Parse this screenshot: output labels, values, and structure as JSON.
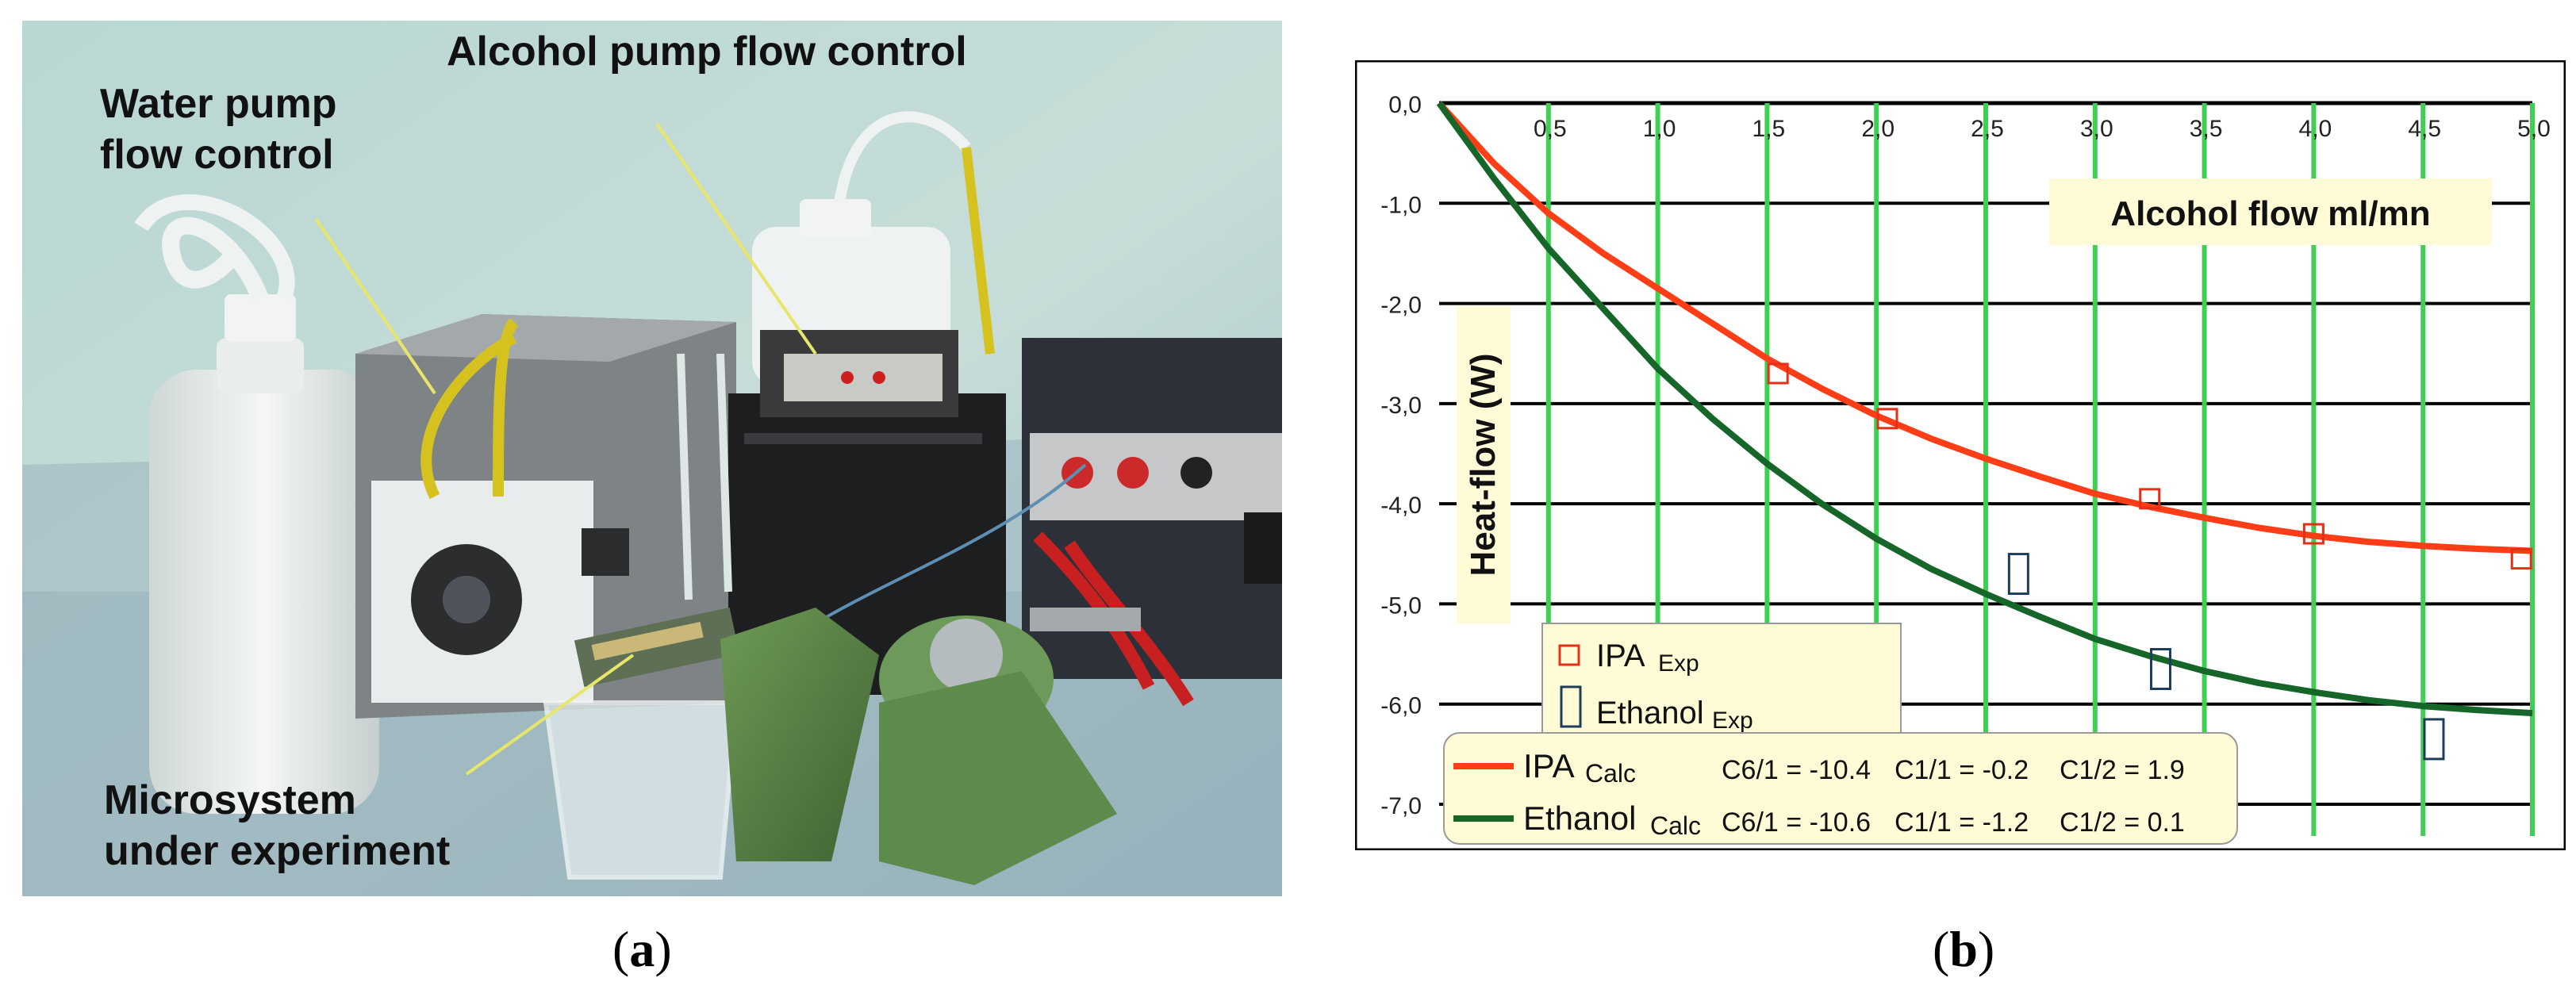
{
  "panel_a": {
    "labels": {
      "water_pump": [
        "Water pump",
        "flow control"
      ],
      "alcohol_pump": "Alcohol pump flow control",
      "microsystem": [
        "Microsystem",
        "under experiment"
      ]
    },
    "caption": "a"
  },
  "panel_b": {
    "caption": "b",
    "legend_exp": [
      {
        "name": "IPA",
        "sub": "Exp",
        "color": "#e53018"
      },
      {
        "name": "Ethanol",
        "sub": "Exp",
        "color": "#1e3d5a"
      }
    ],
    "legend_calc": [
      {
        "name": "IPA",
        "sub": "Calc",
        "color": "#ff3d17",
        "c61": "C6/1 = -10.4",
        "c11": "C1/1 = -0.2",
        "c12": "C1/2 = 1.9"
      },
      {
        "name": "Ethanol",
        "sub": "Calc",
        "color": "#16662a",
        "c61": "C6/1 = -10.6",
        "c11": "C1/1 = -1.2",
        "c12": "C1/2 = 0.1"
      }
    ]
  },
  "chart_data": {
    "type": "line",
    "xlabel": "Alcohol flow ml/mn",
    "ylabel": "Heat-flow (W)",
    "xlim": [
      0,
      5
    ],
    "ylim": [
      -7,
      0
    ],
    "x_ticks": [
      "0,5",
      "1,0",
      "1,5",
      "2,0",
      "2,5",
      "3,0",
      "3,5",
      "4,0",
      "4,5",
      "5,0"
    ],
    "y_ticks": [
      "0,0",
      "-1,0",
      "-2,0",
      "-3,0",
      "-4,0",
      "-5,0",
      "-6,0",
      "-7,0"
    ],
    "grid": true,
    "series": [
      {
        "name": "IPA Calc",
        "color": "#ff3d17",
        "x": [
          0,
          0.25,
          0.5,
          0.75,
          1.0,
          1.25,
          1.5,
          1.75,
          2.0,
          2.25,
          2.5,
          2.75,
          3.0,
          3.25,
          3.5,
          3.75,
          4.0,
          4.25,
          4.5,
          4.75,
          5.0
        ],
        "y": [
          0,
          -0.6,
          -1.1,
          -1.5,
          -1.85,
          -2.2,
          -2.55,
          -2.85,
          -3.12,
          -3.35,
          -3.55,
          -3.73,
          -3.9,
          -4.03,
          -4.14,
          -4.24,
          -4.32,
          -4.38,
          -4.42,
          -4.45,
          -4.47
        ]
      },
      {
        "name": "Ethanol Calc",
        "color": "#16662a",
        "x": [
          0,
          0.25,
          0.5,
          0.75,
          1.0,
          1.25,
          1.5,
          1.75,
          2.0,
          2.25,
          2.5,
          2.75,
          3.0,
          3.25,
          3.5,
          3.75,
          4.0,
          4.25,
          4.5,
          4.75,
          5.0
        ],
        "y": [
          0,
          -0.75,
          -1.45,
          -2.05,
          -2.65,
          -3.15,
          -3.6,
          -4.0,
          -4.35,
          -4.65,
          -4.9,
          -5.13,
          -5.35,
          -5.52,
          -5.67,
          -5.79,
          -5.88,
          -5.96,
          -6.02,
          -6.06,
          -6.09
        ]
      },
      {
        "name": "IPA Exp",
        "color": "#e53018",
        "marker": "square",
        "x": [
          1.55,
          2.05,
          3.25,
          4.0,
          4.95
        ],
        "y": [
          -2.7,
          -3.15,
          -3.95,
          -4.3,
          -4.55
        ]
      },
      {
        "name": "Ethanol Exp",
        "color": "#1e3d5a",
        "marker": "tall-rect",
        "x": [
          2.65,
          3.3,
          4.55
        ],
        "y": [
          -4.7,
          -5.65,
          -6.35
        ]
      }
    ]
  }
}
